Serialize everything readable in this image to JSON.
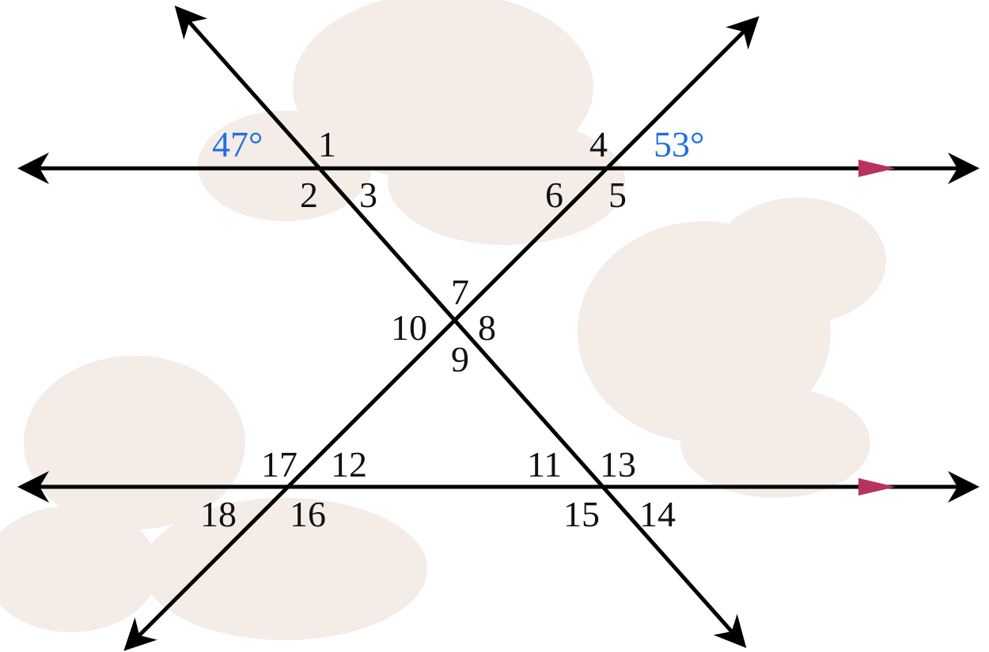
{
  "diagram": {
    "given_angles": [
      {
        "id": "given-47",
        "text": "47°"
      },
      {
        "id": "given-53",
        "text": "53°"
      }
    ],
    "angle_labels": [
      "1",
      "2",
      "3",
      "4",
      "5",
      "6",
      "7",
      "8",
      "9",
      "10",
      "11",
      "12",
      "13",
      "14",
      "15",
      "16",
      "17",
      "18"
    ],
    "colors": {
      "line": "#000000",
      "given": "#1f6fe5",
      "parallel_marker": "#b8325e",
      "background_flower": "#efe6df"
    },
    "icons": {
      "arrowhead": "arrowhead-icon",
      "parallel": "parallel-marker-icon"
    }
  }
}
